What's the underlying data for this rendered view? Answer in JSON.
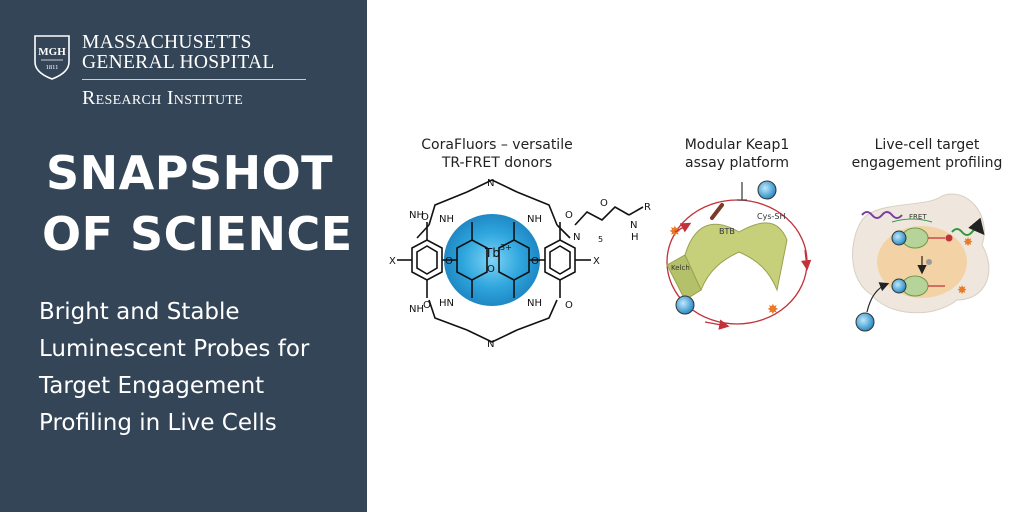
{
  "branding": {
    "shield_text": "MGH",
    "shield_year": "1811",
    "org_line1": "MASSACHUSETTS",
    "org_line2": "GENERAL HOSPITAL",
    "institute": "Research Institute"
  },
  "headline": {
    "line1": "SNAPSHOT",
    "line2": "OF SCIENCE"
  },
  "subtitle": {
    "lines": [
      "Bright and Stable",
      "Luminescent Probes for",
      "Target Engagement",
      "Profiling in Live Cells"
    ]
  },
  "figure": {
    "panel1": {
      "caption_line1": "CoraFluors – versatile",
      "caption_line2": "TR-FRET donors",
      "tb_label": "Tb",
      "tb_charge": "3+",
      "atoms": {
        "n": "N",
        "nh": "NH",
        "hn": "HN",
        "o": "O",
        "x": "X",
        "r": "R",
        "h": "H",
        "five": "5",
        "o_minus": "O",
        "minus": "-"
      }
    },
    "panel2": {
      "caption_line1": "Modular Keap1",
      "caption_line2": "assay platform",
      "label_btb": "BTB",
      "label_cys": "Cys-SH",
      "label_kelch": "Kelch"
    },
    "panel3": {
      "caption_line1": "Live-cell target",
      "caption_line2": "engagement profiling",
      "label_fret": "FRET"
    }
  },
  "colors": {
    "panel_bg": "#344557",
    "text_light": "#ffffff",
    "tb_glow": "#2fa6de",
    "protein_green": "#c6d07a",
    "arrow_red": "#c2323a",
    "cell_bg": "#efe7dd",
    "cell_core": "#f3d3a6",
    "ligand_orange": "#e87a28",
    "wave_purple": "#7a3ea0",
    "wave_green": "#2f9a3b"
  }
}
